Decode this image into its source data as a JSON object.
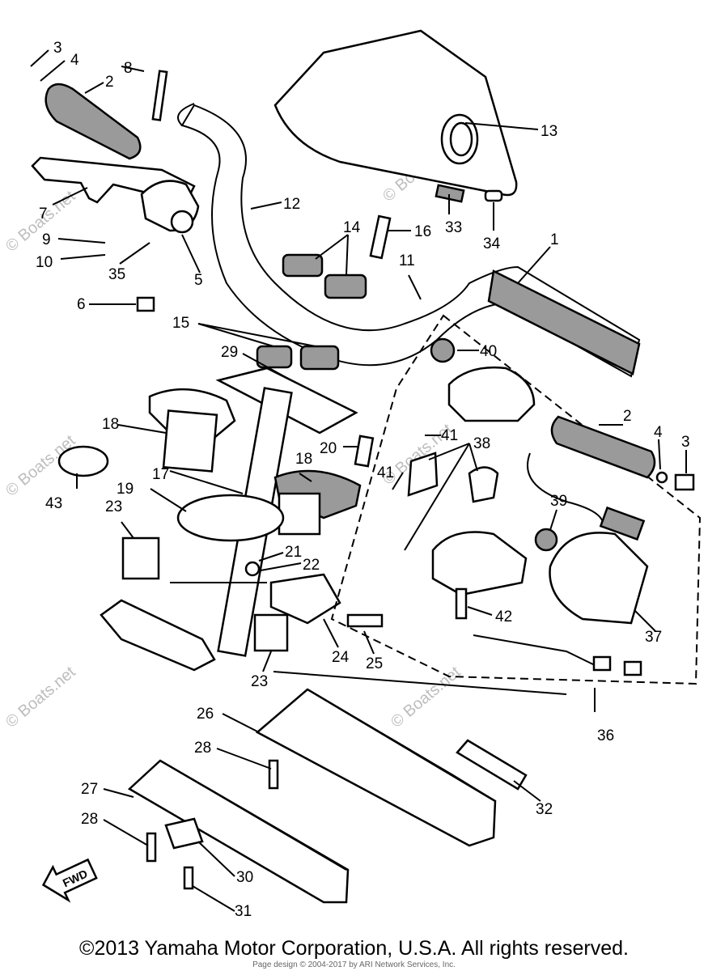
{
  "watermark": "© Boats.net",
  "callouts": [
    "1",
    "2",
    "3",
    "4",
    "5",
    "6",
    "7",
    "8",
    "9",
    "10",
    "11",
    "12",
    "13",
    "14",
    "15",
    "16",
    "17",
    "18",
    "19",
    "20",
    "21",
    "22",
    "23",
    "24",
    "25",
    "26",
    "27",
    "28",
    "29",
    "30",
    "31",
    "32",
    "33",
    "34",
    "35",
    "36",
    "37",
    "38",
    "39",
    "40",
    "41",
    "42",
    "43"
  ],
  "fwd_label": "FWD",
  "copyright": "©2013 Yamaha Motor Corporation, U.S.A. All rights reserved.",
  "page_design": "Page design © 2004-2017 by ARI Network Services, Inc."
}
